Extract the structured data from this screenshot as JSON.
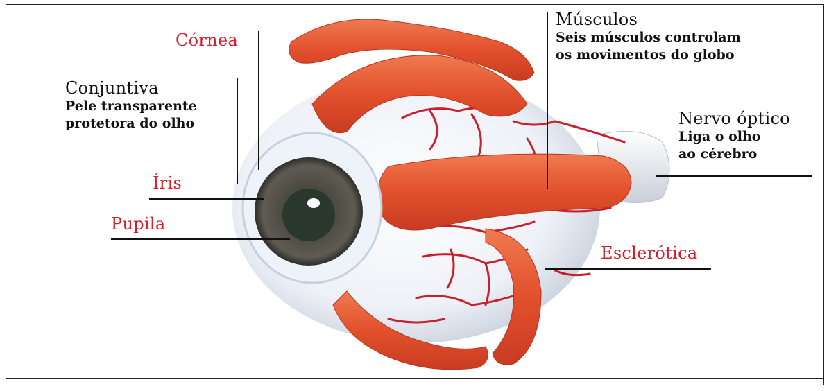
{
  "colors": {
    "label_red": "#d41f2b",
    "muscle": "#e85a35",
    "sclera": "#f4f6fa",
    "iris": "#4e4b45",
    "vessel": "#c8202c"
  },
  "labels": {
    "cornea": {
      "title": "Córnea"
    },
    "conjuntiva": {
      "title": "Conjuntiva",
      "line1": "Pele transparente",
      "line2": "protetora do olho"
    },
    "iris": {
      "title": "Íris"
    },
    "pupila": {
      "title": "Pupila"
    },
    "musculos": {
      "title": "Músculos",
      "line1": "Seis músculos controlam",
      "line2": "os movimentos do globo"
    },
    "nervo": {
      "title": "Nervo óptico",
      "line1": "Liga o olho",
      "line2": "ao cérebro"
    },
    "esclerotica": {
      "title": "Esclerótica"
    }
  }
}
